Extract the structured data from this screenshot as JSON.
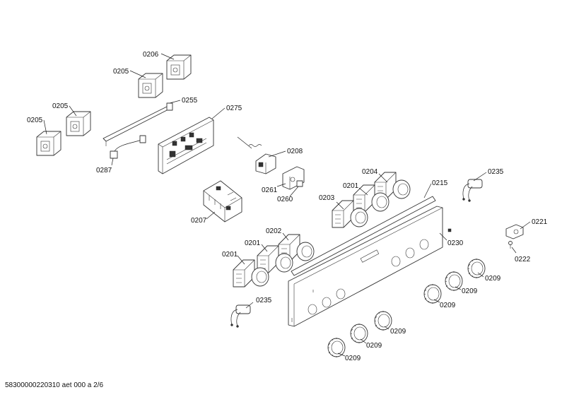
{
  "callouts": {
    "c0206": "0206",
    "c0205a": "0205",
    "c0205b": "0205",
    "c0205c": "0205",
    "c0255": "0255",
    "c0275": "0275",
    "c0287": "0287",
    "c0208": "0208",
    "c0261": "0261",
    "c0260": "0260",
    "c0207": "0207",
    "c0204": "0204",
    "c0201a": "0201",
    "c0203": "0203",
    "c0215": "0215",
    "c0235a": "0235",
    "c0221": "0221",
    "c0222": "0222",
    "c0230": "0230",
    "c0202": "0202",
    "c0201b": "0201",
    "c0201c": "0201",
    "c0235b": "0235",
    "c0209a": "0209",
    "c0209b": "0209",
    "c0209c": "0209",
    "c0209d": "0209",
    "c0209e": "0209",
    "c0209f": "0209"
  },
  "footer": "58300000220310 aet 000 a 2/6"
}
